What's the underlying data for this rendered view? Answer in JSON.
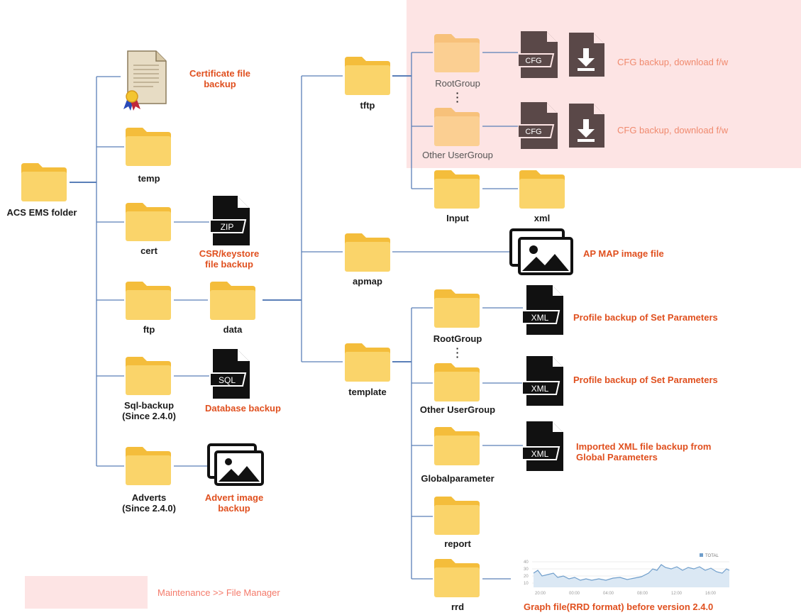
{
  "root": {
    "label": "ACS EMS folder"
  },
  "level1": {
    "temp": "temp",
    "cert": "cert",
    "ftp": "ftp",
    "sql_backup": "Sql-backup",
    "sql_backup_since": "(Since 2.4.0)",
    "adverts": "Adverts",
    "adverts_since": "(Since 2.4.0)"
  },
  "level2": {
    "data": "data"
  },
  "level3": {
    "tftp": "tftp",
    "apmap": "apmap",
    "template": "template"
  },
  "tftp_children": {
    "root_group": "RootGroup",
    "other_user_group": "Other UserGroup",
    "input": "Input",
    "xml": "xml"
  },
  "template_children": {
    "root_group": "RootGroup",
    "other_user_group": "Other UserGroup",
    "global_parameter": "Globalparameter",
    "report": "report",
    "rrd": "rrd"
  },
  "file_badges": {
    "zip": "ZIP",
    "sql": "SQL",
    "xml": "XML",
    "cfg": "CFG"
  },
  "notes": {
    "certificate_1": "Certificate file",
    "certificate_2": "backup",
    "csr_1": "CSR/keystore",
    "csr_2": "file backup",
    "database": "Database backup",
    "advert_1": "Advert image",
    "advert_2": "backup",
    "cfg_root": "CFG backup, download f/w",
    "cfg_other": "CFG backup, download f/w",
    "apmap": "AP MAP image file",
    "profile_root": "Profile backup of Set Parameters",
    "profile_other": "Profile backup of Set Parameters",
    "imported_1": "Imported XML file backup from",
    "imported_2": "Global Parameters",
    "graph": "Graph file(RRD format) before version 2.4.0"
  },
  "legend": {
    "label": "Maintenance >> File Manager"
  },
  "graph_thumbnail": {
    "legend": "TOTAL",
    "y_ticks": [
      "40",
      "30",
      "20",
      "10"
    ],
    "x_ticks": [
      "20:00",
      "00:00",
      "04:00",
      "08:00",
      "12:00",
      "16:00"
    ]
  },
  "colors": {
    "folder": "#fad46a",
    "folder_tab": "#f4bd3b",
    "folder_faded": "#fbc98a",
    "highlight": "#fde4e4",
    "line": "#5a7fb8",
    "note": "#e0501f",
    "file_icon": "#111111",
    "cfg_icon": "#5a4848"
  }
}
